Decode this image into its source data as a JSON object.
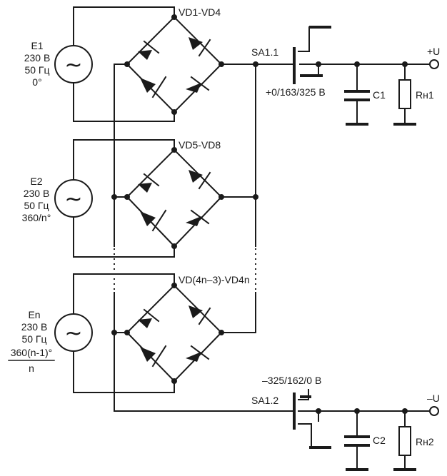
{
  "sources": [
    {
      "name": "E1",
      "voltage": "230 В",
      "frequency": "50 Гц",
      "phase": "0°",
      "phase_denominator": ""
    },
    {
      "name": "E2",
      "voltage": "230 В",
      "frequency": "50 Гц",
      "phase": "360/n°",
      "phase_denominator": ""
    },
    {
      "name": "En",
      "voltage": "230 В",
      "frequency": "50 Гц",
      "phase": "360(n-1)°",
      "phase_denominator": "n"
    }
  ],
  "source_symbol": "~",
  "bridges": [
    {
      "label": "VD1-VD4"
    },
    {
      "label": "VD5-VD8"
    },
    {
      "label": "VD(4n–3)-VD4n"
    }
  ],
  "switches": {
    "sa1_1": {
      "label": "SA1.1",
      "positions": "+0/163/325 В"
    },
    "sa1_2": {
      "label": "SA1.2",
      "positions": "–325/162/0 В"
    }
  },
  "capacitors": {
    "c1": "C1",
    "c2": "C2"
  },
  "resistors": {
    "r1": "Rн1",
    "r2": "Rн2"
  },
  "outputs": {
    "plus": "+U",
    "minus": "–U"
  }
}
